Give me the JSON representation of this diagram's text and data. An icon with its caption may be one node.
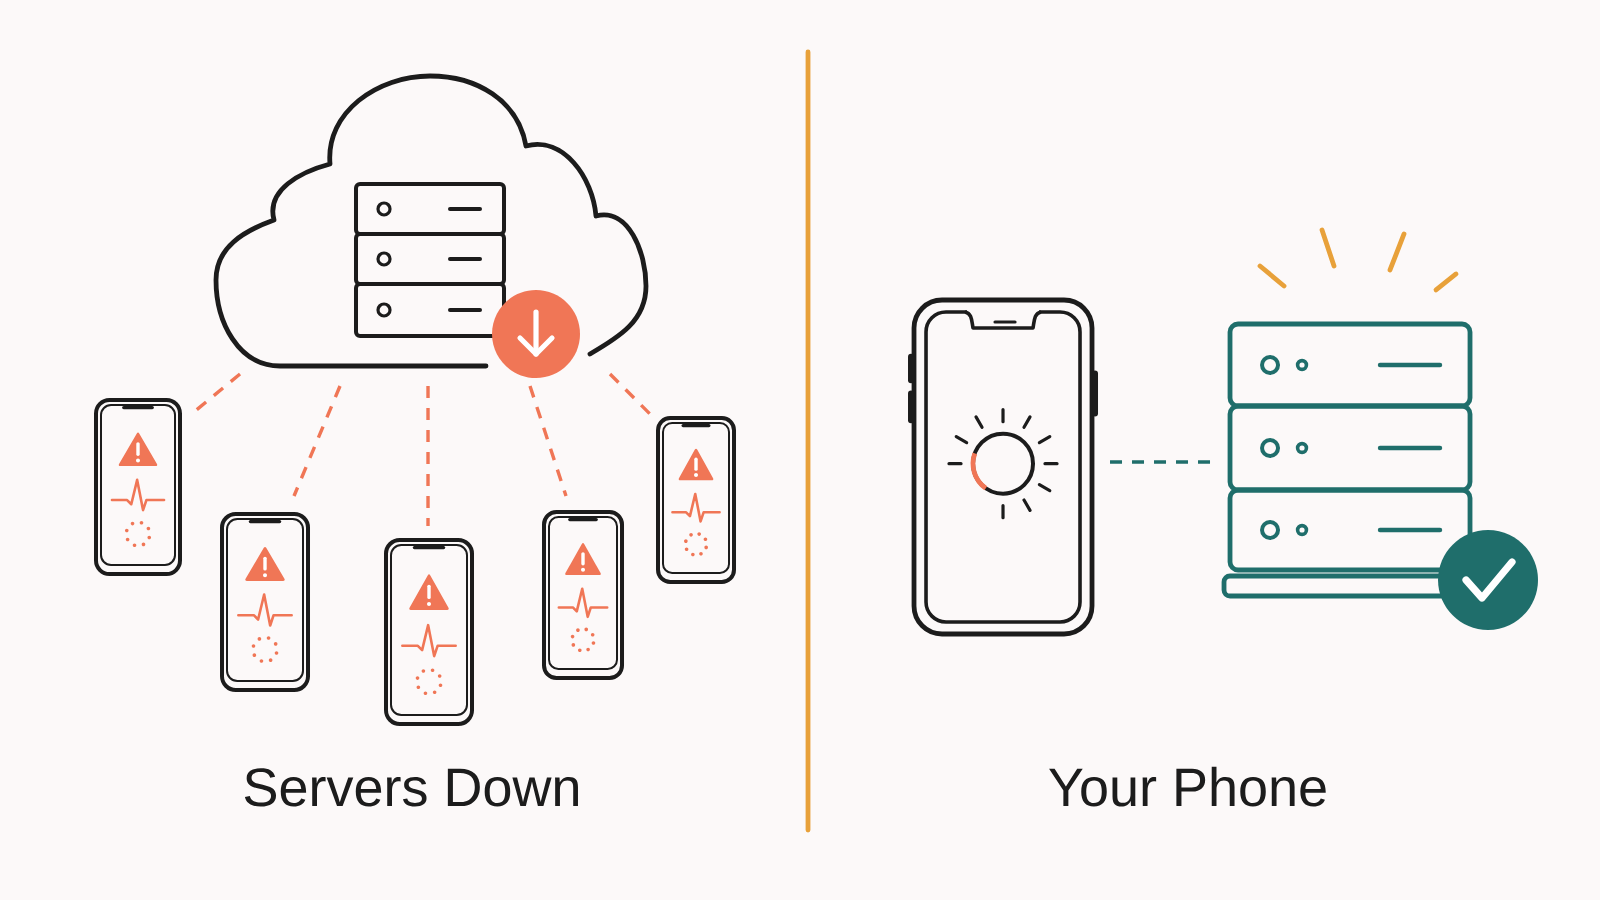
{
  "diagram": {
    "nodes": [
      {
        "text": [],
        "shape": "cloud"
      },
      {
        "text": [],
        "shape": "phone"
      },
      {
        "text": [],
        "shape": "phone"
      },
      {
        "text": [],
        "shape": "phone"
      },
      {
        "text": [],
        "shape": "phone"
      },
      {
        "text": [],
        "shape": "phone"
      },
      {
        "text": [],
        "shape": "phone"
      },
      {
        "text": [],
        "shape": "server"
      }
    ],
    "edges": [
      {
        "from": 0,
        "to": 1,
        "arrow": "none",
        "style": "dashed"
      },
      {
        "from": 0,
        "to": 2,
        "arrow": "none",
        "style": "dashed"
      },
      {
        "from": 0,
        "to": 3,
        "arrow": "none",
        "style": "dashed"
      },
      {
        "from": 0,
        "to": 4,
        "arrow": "none",
        "style": "dashed"
      },
      {
        "from": 0,
        "to": 5,
        "arrow": "none",
        "style": "dashed"
      },
      {
        "from": 6,
        "to": 7,
        "arrow": "none",
        "style": "dashed",
        "color": "#1f6e6b"
      }
    ],
    "labels": [
      "Servers Down",
      "Your Phone"
    ]
  }
}
